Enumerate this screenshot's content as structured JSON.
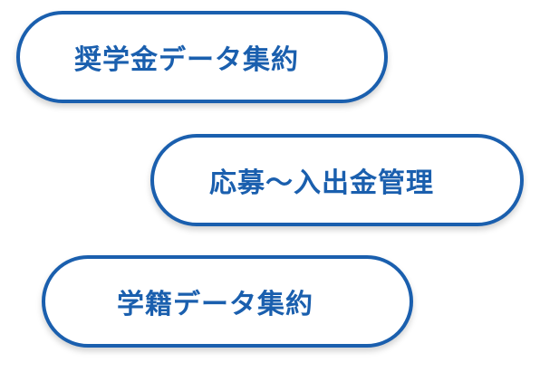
{
  "buttons": [
    {
      "label": "奨学金データ集約"
    },
    {
      "label": "応募〜入出金管理"
    },
    {
      "label": "学籍データ集約"
    }
  ],
  "colors": {
    "accent": "#1a5fae",
    "background": "#ffffff"
  }
}
